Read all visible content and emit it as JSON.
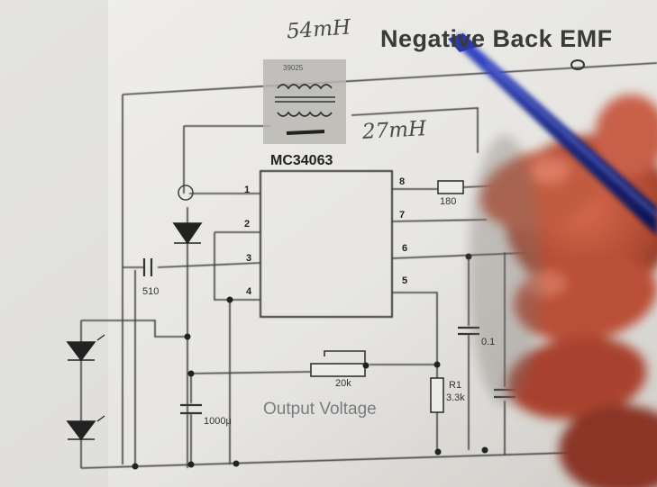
{
  "image": {
    "title": "Negative Back EMF",
    "handwritten_primary": "54mH",
    "handwritten_secondary": "27mH",
    "ic_name": "MC34063",
    "pins": [
      "1",
      "2",
      "3",
      "4",
      "5",
      "6",
      "7",
      "8"
    ],
    "components": {
      "resistor_top": "180",
      "capacitor_left": "510",
      "capacitor_mid": "0.1",
      "capacitor_bottom": "1000μ",
      "pot": "20k",
      "r1_name": "R1",
      "r1_value": "3.3k",
      "transformer_label": "39025"
    },
    "output_label": "Output Voltage"
  },
  "colors": {
    "paper": "#e9e8e4",
    "wire": "#3c3c3c",
    "pen_body": "#1f2f8a",
    "skin": "#b5523c"
  }
}
